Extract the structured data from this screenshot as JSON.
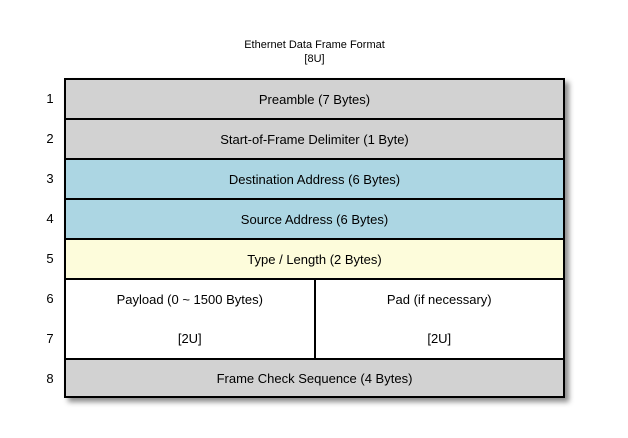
{
  "header": {
    "title": "Ethernet Data Frame Format",
    "subtitle": "[8U]"
  },
  "row_numbers": [
    "1",
    "2",
    "3",
    "4",
    "5",
    "6",
    "7",
    "8"
  ],
  "table": {
    "rows": [
      {
        "label": "Preamble (7 Bytes)",
        "fill": "gray"
      },
      {
        "label": "Start-of-Frame Delimiter (1 Byte)",
        "fill": "gray"
      },
      {
        "label": "Destination Address (6 Bytes)",
        "fill": "blue"
      },
      {
        "label": "Source Address (6 Bytes)",
        "fill": "blue"
      },
      {
        "label": "Type / Length (2 Bytes)",
        "fill": "yellow"
      },
      {
        "fill": "white",
        "payload": {
          "label": "Payload (0 ~ 1500 Bytes)",
          "unit": "[2U]"
        },
        "pad": {
          "label": "Pad (if necessary)",
          "unit": "[2U]"
        }
      },
      {
        "label": "Frame Check Sequence (4 Bytes)",
        "fill": "gray"
      }
    ]
  },
  "colors": {
    "gray": "#d2d2d2",
    "blue": "#acd6e3",
    "yellow": "#fdfcdb",
    "white": "#ffffff",
    "border": "#000000"
  }
}
